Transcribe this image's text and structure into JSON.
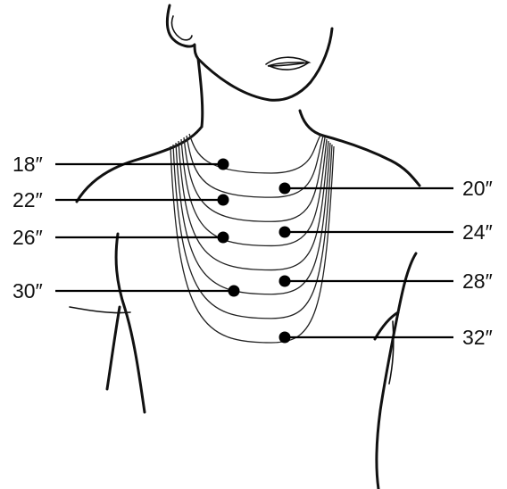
{
  "necklace_lengths": [
    {
      "label": "18″",
      "side": "left"
    },
    {
      "label": "20″",
      "side": "right"
    },
    {
      "label": "22″",
      "side": "left"
    },
    {
      "label": "24″",
      "side": "right"
    },
    {
      "label": "26″",
      "side": "left"
    },
    {
      "label": "28″",
      "side": "right"
    },
    {
      "label": "30″",
      "side": "left"
    },
    {
      "label": "32″",
      "side": "right"
    }
  ],
  "colors": {
    "line": "#111111",
    "marker": "#000000",
    "background": "#ffffff"
  }
}
